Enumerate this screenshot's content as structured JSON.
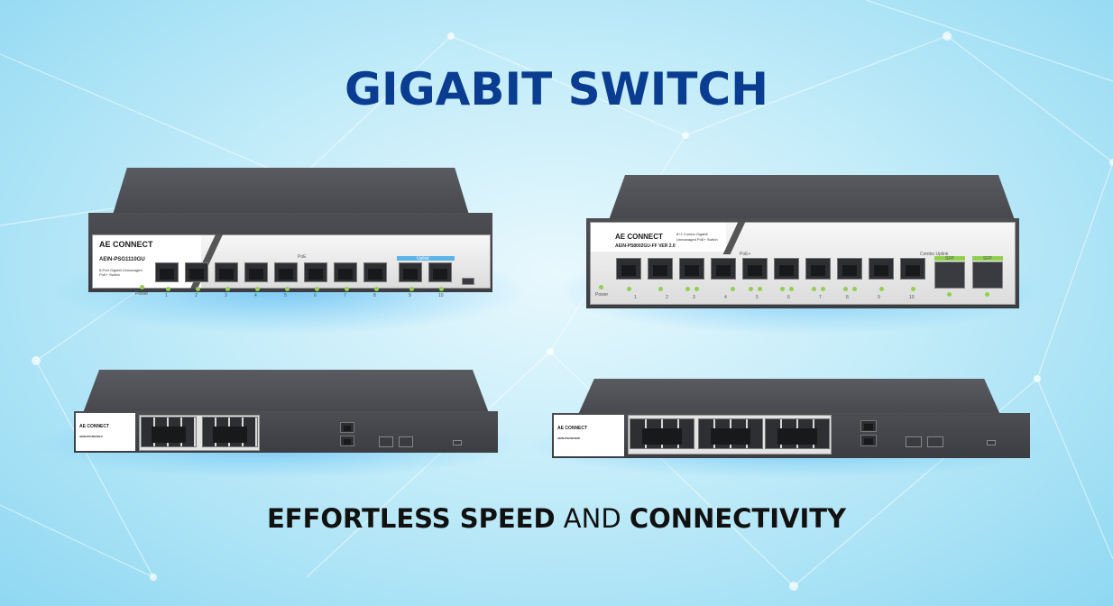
{
  "banner": {
    "title": "GIGABIT SWITCH",
    "tagline_bold_1": "EFFORTLESS SPEED",
    "tagline_light": " AND ",
    "tagline_bold_2": "CONNECTIVITY"
  },
  "colors": {
    "title": "#0a3d91",
    "background": "#c3ecf9",
    "switch_body": "#4b4c51",
    "led": "#8fd14f",
    "sfp_accent": "#8fd14f",
    "uplink_accent": "#5bb3e6"
  },
  "switches": [
    {
      "brand": "AE CONNECT",
      "model": "AEIN-PSG1110GU",
      "description_line1": "8-Port Gigabit Unmanaged",
      "description_line2": "PoE+ Switch",
      "power_label": "Power",
      "poe_group_label": "PoE",
      "uplink_group_label": "Uplink",
      "port_numbers": [
        "1",
        "2",
        "3",
        "4",
        "5",
        "6",
        "7",
        "8",
        "9",
        "10"
      ]
    },
    {
      "brand": "AE CONNECT",
      "model": "AEIN-PS8002GU-FF VER 2.0",
      "description_line1": "8+2 Combo Gigabit",
      "description_line2": "Unmanaged PoE+ Switch",
      "power_label": "Power",
      "poe_group_label": "PoE+",
      "uplink_group_label": "Combo Uplink",
      "sfp_label": "SFP",
      "port_numbers": [
        "1",
        "2",
        "3",
        "4",
        "5",
        "6",
        "7",
        "8",
        "9",
        "10"
      ]
    },
    {
      "brand": "AE CONNECT",
      "model": "AEIN-PS1602GN-F"
    },
    {
      "brand": "AE CONNECT",
      "model": "AEIN-PS2402GSP"
    }
  ]
}
